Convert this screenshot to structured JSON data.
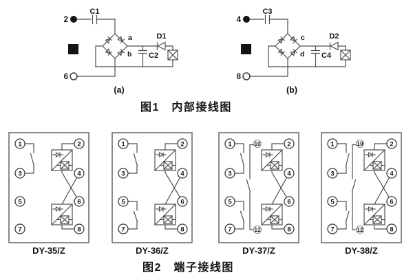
{
  "figure1": {
    "caption": "图1　内部接线图",
    "circuits": [
      {
        "label": "(a)",
        "input_terminal": "2",
        "common_terminal": "6",
        "input_capacitor": "C1",
        "filter_capacitor": "C2",
        "diode": "D1",
        "bridge_labels": [
          "a",
          "b"
        ]
      },
      {
        "label": "(b)",
        "input_terminal": "4",
        "common_terminal": "8",
        "input_capacitor": "C3",
        "filter_capacitor": "C4",
        "diode": "D2",
        "bridge_labels": [
          "c",
          "d"
        ]
      }
    ]
  },
  "figure2": {
    "caption": "图2　端子接线图",
    "panels": [
      {
        "model": "DY-35/Z",
        "left_terminals": [
          "1",
          "3",
          "5",
          "7"
        ],
        "right_terminals": [
          "2",
          "4",
          "6",
          "8"
        ],
        "middle_terminals": [],
        "left_contacts": [
          [
            0,
            1
          ]
        ],
        "middle_contact": false,
        "mirrored": false
      },
      {
        "model": "DY-36/Z",
        "left_terminals": [
          "1",
          "3",
          "5",
          "7"
        ],
        "right_terminals": [
          "2",
          "4",
          "6",
          "8"
        ],
        "middle_terminals": [],
        "left_contacts": [
          [
            0,
            1
          ],
          [
            2,
            3
          ]
        ],
        "middle_contact": false,
        "mirrored": false
      },
      {
        "model": "DY-37/Z",
        "left_terminals": [
          "1",
          "3",
          "5",
          "7"
        ],
        "right_terminals": [
          "2",
          "4",
          "6",
          "8"
        ],
        "middle_terminals": [
          "10",
          "12"
        ],
        "left_contacts": [
          [
            0,
            1
          ],
          [
            2,
            3
          ]
        ],
        "middle_contact": true,
        "mirrored": false
      },
      {
        "model": "DY-38/Z",
        "left_terminals": [
          "1",
          "3",
          "5",
          "7"
        ],
        "right_terminals": [
          "2",
          "4",
          "6",
          "8"
        ],
        "middle_terminals": [
          "10",
          "12"
        ],
        "left_contacts": [
          [
            0,
            1
          ],
          [
            2,
            3
          ]
        ],
        "middle_contact": true,
        "mirrored": true
      }
    ]
  }
}
